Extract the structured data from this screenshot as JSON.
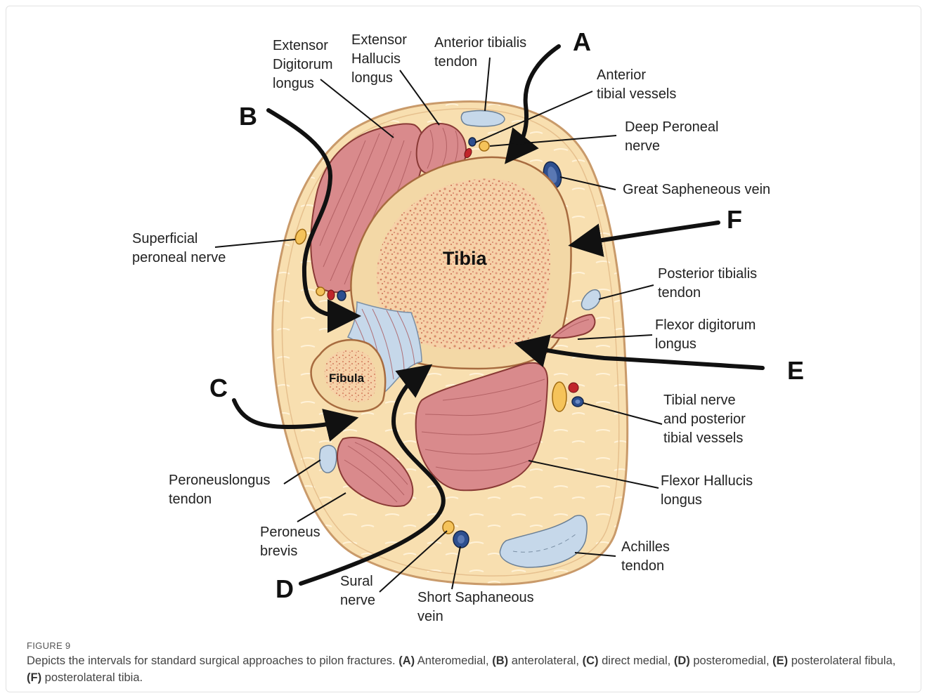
{
  "labels": {
    "extensor_digitorum": [
      "Extensor",
      "Digitorum",
      "longus"
    ],
    "extensor_hallucis": [
      "Extensor",
      "Hallucis",
      "longus"
    ],
    "anterior_tibialis": [
      "Anterior tibialis",
      "tendon"
    ],
    "anterior_tibial_vessels": [
      "Anterior",
      "tibial vessels"
    ],
    "deep_peroneal": [
      "Deep Peroneal",
      "nerve"
    ],
    "great_saphenous": "Great Sapheneous vein",
    "superficial_peroneal": [
      "Superficial",
      "peroneal nerve"
    ],
    "tibia": "Tibia",
    "fibula": "Fibula",
    "posterior_tibialis": [
      "Posterior tibialis",
      "tendon"
    ],
    "flexor_digitorum": [
      "Flexor digitorum",
      "longus"
    ],
    "tibial_nerve": [
      "Tibial nerve",
      "and posterior",
      "tibial vessels"
    ],
    "peroneus_longus": [
      "Peroneuslongus",
      "tendon"
    ],
    "peroneus_brevis": [
      "Peroneus",
      "brevis"
    ],
    "flexor_hallucis": [
      "Flexor Hallucis",
      "longus"
    ],
    "achilles": [
      "Achilles",
      "tendon"
    ],
    "sural": [
      "Sural",
      "nerve"
    ],
    "short_saphenous": [
      "Short Saphaneous",
      "vein"
    ]
  },
  "approach_letters": {
    "A": "A",
    "B": "B",
    "C": "C",
    "D": "D",
    "E": "E",
    "F": "F"
  },
  "caption": {
    "figure_label": "FIGURE 9",
    "intro": "Depicts the intervals for standard surgical approaches to pilon fractures.",
    "items": [
      {
        "tag": "(A)",
        "text": "Anteromedial,"
      },
      {
        "tag": "(B)",
        "text": "anterolateral,"
      },
      {
        "tag": "(C)",
        "text": "direct medial,"
      },
      {
        "tag": "(D)",
        "text": "posteromedial,"
      },
      {
        "tag": "(E)",
        "text": "posterolateral fibula,"
      },
      {
        "tag": "(F)",
        "text": "posterolateral tibia."
      }
    ]
  },
  "colors": {
    "skin_fill": "#f8dfb0",
    "skin_outline": "#c99a6a",
    "bone_cortex": "#f3d8a6",
    "bone_marrow": "#f0c99e",
    "muscle": "#d98a8c",
    "tendon": "#c6d8ea",
    "nerve": "#f5c35a",
    "artery": "#c0252b",
    "vein": "#2d4f8f"
  }
}
